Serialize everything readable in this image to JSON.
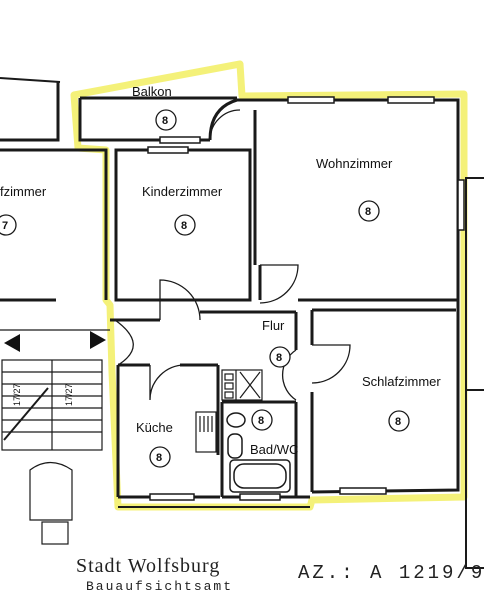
{
  "rooms": {
    "balkon": "Balkon",
    "wohnzimmer": "Wohnzimmer",
    "kinderzimmer": "Kinderzimmer",
    "schlafzimmer_left_partial": "fzimmer",
    "flur": "Flur",
    "schlafzimmer": "Schlafzimmer",
    "kueche": "Küche",
    "bad_wc": "Bad/WC"
  },
  "unit_numbers": {
    "balkon": "8",
    "wohnzimmer": "8",
    "kinderzimmer": "8",
    "left_neighbor": "7",
    "flur": "8",
    "schlafzimmer": "8",
    "kueche": "8",
    "bad": "8"
  },
  "stairs": {
    "label_left": "17/27",
    "label_right": "17/27"
  },
  "stamp": {
    "authority": "Stadt Wolfsburg",
    "department": "Bauaufsichtsamt",
    "az": "AZ.: A  1219/9"
  },
  "colors": {
    "highlight": "#f3f06a",
    "walls": "#1a1a1a"
  }
}
